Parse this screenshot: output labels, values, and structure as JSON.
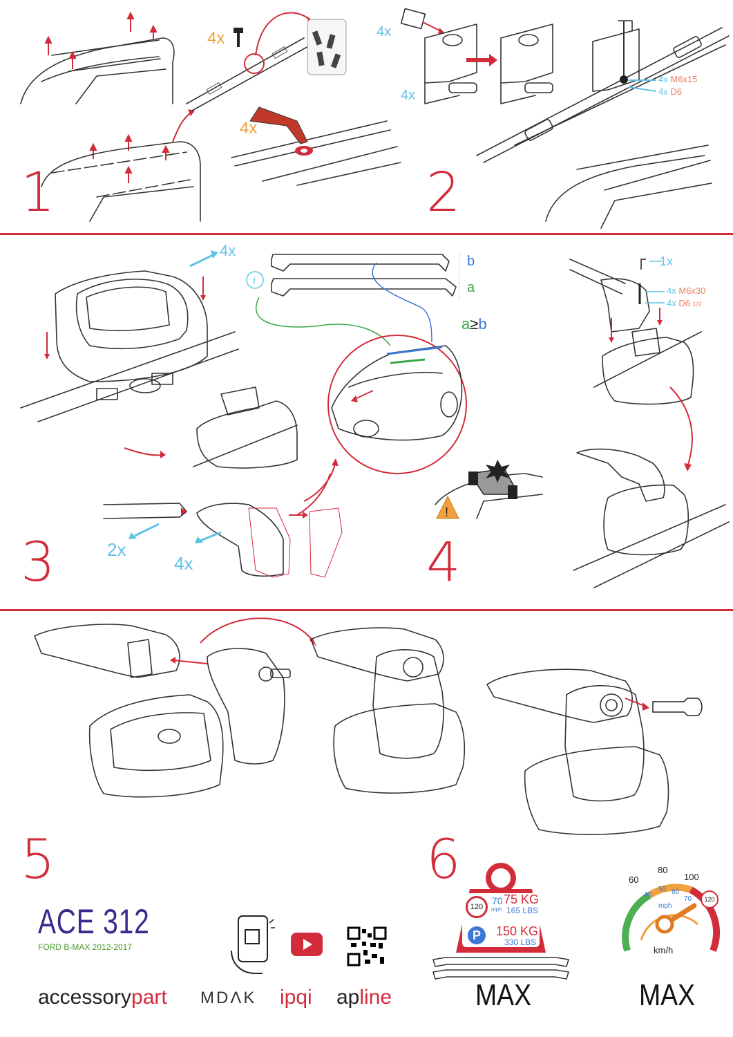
{
  "colors": {
    "accent": "#d22b3a",
    "orange": "#f0a03c",
    "blue": "#5fc3e6",
    "salmon": "#e8826a",
    "purple": "#3a2a8c",
    "green": "#4a9a2c"
  },
  "steps": {
    "s1": "1",
    "s2": "2",
    "s3": "3",
    "s4": "4",
    "s5": "5",
    "s6": "6"
  },
  "step1": {
    "qty_screws": "4x",
    "qty_seals": "4x"
  },
  "step2": {
    "qty_plate": "4x",
    "qty_bracket": "4x",
    "bolt_qty": "4x",
    "bolt_spec": "M6x15",
    "washer_qty": "4x",
    "washer_spec": "D6"
  },
  "step3": {
    "qty_top": "4x",
    "label_b": "b",
    "label_a": "a",
    "rule": "a≥b",
    "qty_endcap": "2x",
    "qty_cover": "4x",
    "tool_qty": "1x",
    "bolt_qty": "4x",
    "bolt_spec": "M6x30",
    "washer_qty": "4x",
    "washer_spec": "D6",
    "washer_sub": "1/2"
  },
  "product": {
    "model": "ACE 312",
    "vehicle": "FORD B-MAX 2012-2017"
  },
  "load": {
    "speed_limit": "120",
    "speed_70": "70",
    "speed_unit": "mph",
    "kg_driving": "75 KG",
    "lbs_driving": "165 LBS",
    "parking_icon": "P",
    "kg_parked": "150 KG",
    "lbs_parked": "330 LBS",
    "max_label": "MAX"
  },
  "speedometer": {
    "outer_ticks": [
      "60",
      "80",
      "100"
    ],
    "inner_ticks": [
      "40",
      "50",
      "60",
      "70"
    ],
    "inner_unit": "mph",
    "limit": "120",
    "unit": "km/h",
    "max_label": "MAX"
  },
  "brands": {
    "accessory_a": "accessory",
    "accessory_b": "part",
    "mdak": "MDΛK",
    "ipqi": "ipqi",
    "apline_a": "ap",
    "apline_b": "line"
  },
  "icons": [
    "phone-qr-icon",
    "youtube-icon",
    "qr-code-icon",
    "key-icon",
    "warning-icon",
    "info-icon"
  ]
}
